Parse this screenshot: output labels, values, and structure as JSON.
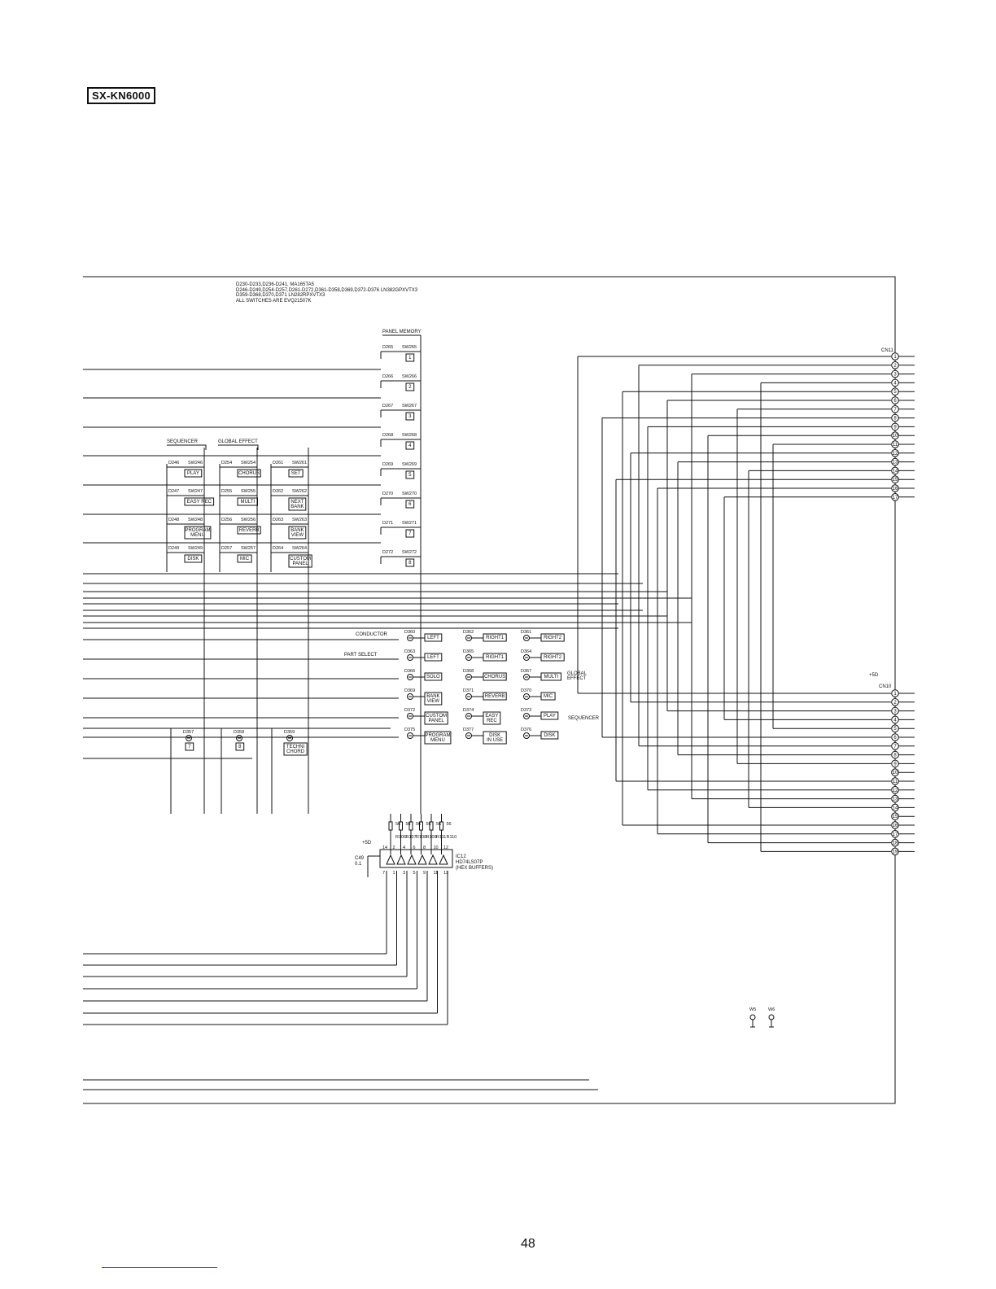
{
  "model_label": "SX-KN6000",
  "notes": [
    "D230-D233,D236-D241, MA165TA5",
    "D246-D249,D254-D257,D261-D272,D361-D358,D369,D372-D376 LN382GPXVTX3",
    "D359-D368,D370,D371 LN282RPXVTX3",
    "ALL SWITCHES ARE EVQ21507K"
  ],
  "groups": {
    "panel_memory": "PANEL MEMORY",
    "sequencer": "SEQUENCER",
    "global_effect": "GLOBAL EFFECT",
    "conductor": "CONDUCTOR",
    "part_select": "PART SELECT",
    "global_effect_2": "GLOBAL\nEFFECT",
    "sequencer_2": "SEQUENCER"
  },
  "panel_memory_switches": [
    {
      "diode": "D265",
      "sw": "SW265",
      "key": "1"
    },
    {
      "diode": "D266",
      "sw": "SW266",
      "key": "2"
    },
    {
      "diode": "D267",
      "sw": "SW267",
      "key": "3"
    },
    {
      "diode": "D268",
      "sw": "SW268",
      "key": "4"
    },
    {
      "diode": "D269",
      "sw": "SW269",
      "key": "5"
    },
    {
      "diode": "D270",
      "sw": "SW270",
      "key": "6"
    },
    {
      "diode": "D271",
      "sw": "SW271",
      "key": "7"
    },
    {
      "diode": "D272",
      "sw": "SW272",
      "key": "8"
    }
  ],
  "sequencer_switches": [
    {
      "diode": "D246",
      "sw": "SW246",
      "key": "PLAY"
    },
    {
      "diode": "D247",
      "sw": "SW247",
      "key": "EASY REC"
    },
    {
      "diode": "D248",
      "sw": "SW248",
      "key": "PROGRAM\nMENU"
    },
    {
      "diode": "D249",
      "sw": "SW249",
      "key": "DISK"
    }
  ],
  "global_effect_switches": [
    {
      "diode": "D254",
      "sw": "SW254",
      "key": "CHORUS"
    },
    {
      "diode": "D255",
      "sw": "SW255",
      "key": "MULTI"
    },
    {
      "diode": "D256",
      "sw": "SW256",
      "key": "REVERB"
    },
    {
      "diode": "D257",
      "sw": "SW257",
      "key": "MIC"
    }
  ],
  "misc_switches": [
    {
      "diode": "D261",
      "sw": "SW261",
      "key": "SET"
    },
    {
      "diode": "D262",
      "sw": "SW262",
      "key": "NEXT\nBANK"
    },
    {
      "diode": "D263",
      "sw": "SW263",
      "key": "BANK\nVIEW"
    },
    {
      "diode": "D264",
      "sw": "SW264",
      "key": "CUSTOM\nPANEL"
    }
  ],
  "led_grid": [
    [
      {
        "d": "D360",
        "k": "LEFT"
      },
      {
        "d": "D362",
        "k": "RIGHT1"
      },
      {
        "d": "D361",
        "k": "RIGHT2"
      }
    ],
    [
      {
        "d": "D363",
        "k": "LEFT"
      },
      {
        "d": "D365",
        "k": "RIGHT1"
      },
      {
        "d": "D364",
        "k": "RIGHT2"
      }
    ],
    [
      {
        "d": "D366",
        "k": "SOLO"
      },
      {
        "d": "D368",
        "k": "CHORUS"
      },
      {
        "d": "D367",
        "k": "MULTI"
      }
    ],
    [
      {
        "d": "D369",
        "k": "BANK\nVIEW"
      },
      {
        "d": "D371",
        "k": "REVERB"
      },
      {
        "d": "D370",
        "k": "MIC"
      }
    ],
    [
      {
        "d": "D372",
        "k": "CUSTOM\nPANEL"
      },
      {
        "d": "D374",
        "k": "EASY\nREC"
      },
      {
        "d": "D373",
        "k": "PLAY"
      }
    ],
    [
      {
        "d": "D375",
        "k": "PROGRAM\nMENU"
      },
      {
        "d": "D377",
        "k": "DISK\nIN USE"
      },
      {
        "d": "D376",
        "k": "DISK"
      }
    ]
  ],
  "lower_leds": [
    {
      "d": "D357",
      "k": "7"
    },
    {
      "d": "D358",
      "k": "8"
    },
    {
      "d": "D359",
      "k": "TECHNI\nCHORD"
    }
  ],
  "resistors": [
    "R106",
    "R107",
    "R108",
    "R109",
    "R111",
    "R110"
  ],
  "resistor_value": "56",
  "ic": {
    "ref": "IC12",
    "part": "HD74LS07P",
    "desc": "(HEX BUFFERS)",
    "top_pins": [
      "14",
      "2",
      "4",
      "6",
      "8",
      "10",
      "12"
    ],
    "bottom_pins": [
      "7",
      "1",
      "3",
      "5",
      "9",
      "11",
      "13"
    ]
  },
  "capacitor": {
    "ref": "C49",
    "value": "0.1"
  },
  "supply": "+5D",
  "cn11": {
    "label": "CN11",
    "pins": 17
  },
  "cn10": {
    "label": "CN10",
    "pins": 19,
    "supply": "+5D"
  },
  "test_points": [
    "W5",
    "W6"
  ],
  "page_number": "48"
}
